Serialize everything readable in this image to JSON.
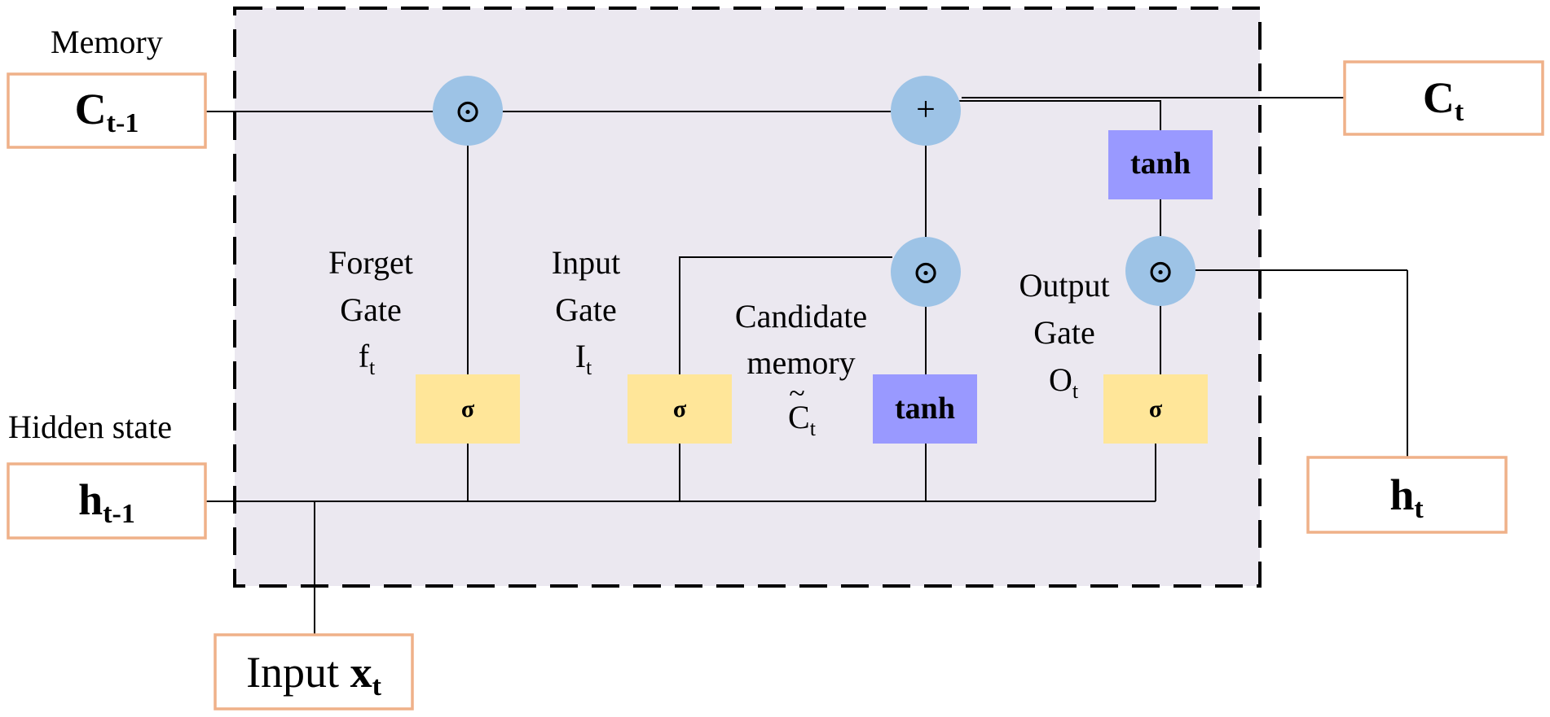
{
  "labels": {
    "memory": "Memory",
    "hidden_state": "Hidden state",
    "forget_gate": [
      "Forget",
      "Gate",
      "f",
      "t"
    ],
    "input_gate": [
      "Input",
      "Gate",
      "I",
      "t"
    ],
    "candidate_memory": [
      "Candidate",
      "memory",
      "C",
      "t",
      "~"
    ],
    "output_gate": [
      "Output",
      "Gate",
      "O",
      "t"
    ]
  },
  "boxes": {
    "c_prev": {
      "main": "C",
      "sub": "t-1"
    },
    "c_t": {
      "main": "C",
      "sub": "t"
    },
    "h_prev": {
      "main": "h",
      "sub": "t-1"
    },
    "h_t": {
      "main": "h",
      "sub": "t"
    },
    "input": {
      "prefix": "Input ",
      "main": "x",
      "sub": "t"
    }
  },
  "operators": {
    "multiply": "⊙",
    "add": "+"
  },
  "activations": {
    "sigma": "σ",
    "tanh": "tanh"
  },
  "colors": {
    "cell_background": "#ebe8f0",
    "io_box_border": "#efb189",
    "operator_circle": "#9dc3e6",
    "sigmoid_box": "#ffe699",
    "tanh_box": "#9999ff"
  }
}
